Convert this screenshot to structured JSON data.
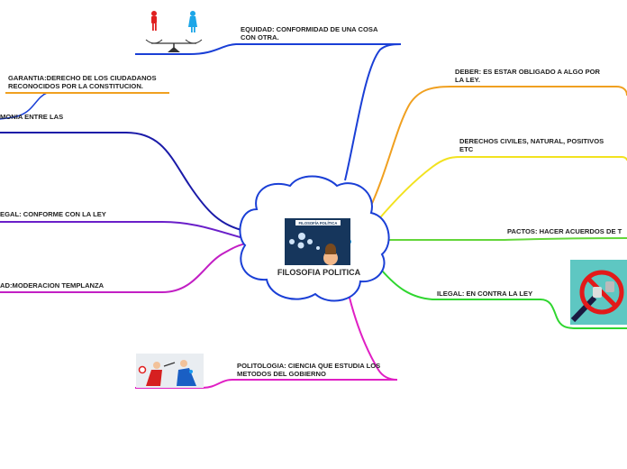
{
  "central": {
    "title": "FILOSOFIA POLITICA",
    "image_caption": "FILOSOFÍA POLÍTICA"
  },
  "branches": [
    {
      "id": "equidad",
      "color": "#1a3fd6",
      "label_lines": [
        "EQUIDAD: CONFORMIDAD DE UNA COSA",
        "CON OTRA."
      ]
    },
    {
      "id": "garantia",
      "color": "#1a3fd6",
      "label_lines": [
        "GARANTIA:DERECHO DE LOS CIUDADANOS",
        "RECONOCIDOS POR LA CONSTITUCION."
      ]
    },
    {
      "id": "armonia",
      "color": "#1a1aa8",
      "label_lines": [
        "MONIA ENTRE LAS"
      ]
    },
    {
      "id": "legal",
      "color": "#6a1fc9",
      "label_lines": [
        "EGAL: CONFORME CON LA LEY"
      ]
    },
    {
      "id": "templanza",
      "color": "#c21fc4",
      "label_lines": [
        "AD:MODERACION TEMPLANZA"
      ]
    },
    {
      "id": "politologia",
      "color": "#e01fc4",
      "label_lines": [
        "POLITOLOGIA: CIENCIA QUE ESTUDIA LOS",
        "METODOS DEL GOBIERNO"
      ]
    },
    {
      "id": "deber",
      "color": "#f0a020",
      "label_lines": [
        "DEBER: ES ESTAR OBLIGADO A ALGO POR",
        "LA LEY."
      ]
    },
    {
      "id": "derechos",
      "color": "#f2e21f",
      "label_lines": [
        "DERECHOS CIVILES, NATURAL, POSITIVOS",
        "ETC"
      ]
    },
    {
      "id": "pactos",
      "color": "#63d63a",
      "label_lines": [
        "PACTOS: HACER ACUERDOS  DE T"
      ]
    },
    {
      "id": "ilegal",
      "color": "#2fd62f",
      "label_lines": [
        "ILEGAL: EN CONTRA LA LEY"
      ]
    }
  ],
  "images": {
    "balance": "balance-scale-gender-icon",
    "prohibited": "prohibited-sign-icon",
    "politicians": "politicians-debate-icon"
  }
}
